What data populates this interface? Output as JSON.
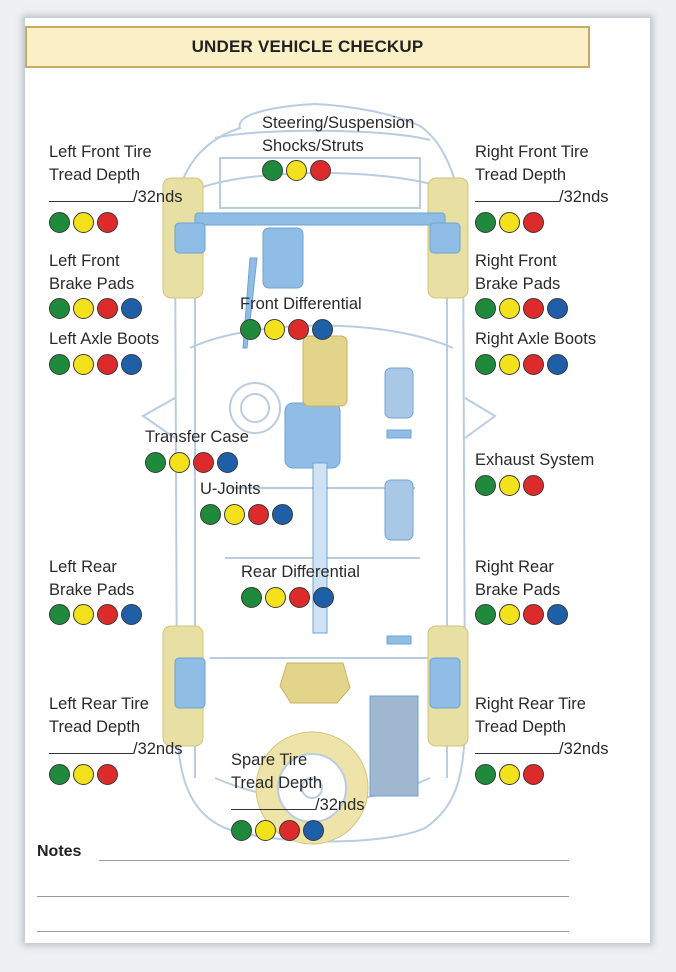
{
  "title": "UNDER VEHICLE CHECKUP",
  "colors": {
    "green": "#1f8a3c",
    "yellow": "#f3e21b",
    "red": "#dd2a2a",
    "blue": "#1f5fa8",
    "car_outline": "#b9cde2",
    "components": "#8fbde6",
    "tires": "#e8dfa3"
  },
  "items": {
    "steering": {
      "lines": [
        "Steering/Suspension",
        "Shocks/Struts"
      ],
      "dots": [
        "green",
        "yellow",
        "red"
      ]
    },
    "lf_tire": {
      "lines": [
        "Left Front Tire",
        "Tread Depth"
      ],
      "blank_suffix": "/32nds",
      "dots": [
        "green",
        "yellow",
        "red"
      ]
    },
    "rf_tire": {
      "lines": [
        "Right Front Tire",
        "Tread Depth"
      ],
      "blank_suffix": "/32nds",
      "dots": [
        "green",
        "yellow",
        "red"
      ]
    },
    "lf_pads": {
      "lines": [
        "Left Front",
        "Brake Pads"
      ],
      "dots": [
        "green",
        "yellow",
        "red",
        "blue"
      ]
    },
    "rf_pads": {
      "lines": [
        "Right Front",
        "Brake Pads"
      ],
      "dots": [
        "green",
        "yellow",
        "red",
        "blue"
      ]
    },
    "front_diff": {
      "lines": [
        "Front Differential"
      ],
      "dots": [
        "green",
        "yellow",
        "red",
        "blue"
      ]
    },
    "l_axle": {
      "lines": [
        "Left Axle Boots"
      ],
      "dots": [
        "green",
        "yellow",
        "red",
        "blue"
      ]
    },
    "r_axle": {
      "lines": [
        "Right Axle Boots"
      ],
      "dots": [
        "green",
        "yellow",
        "red",
        "blue"
      ]
    },
    "transfer": {
      "lines": [
        "Transfer Case"
      ],
      "dots": [
        "green",
        "yellow",
        "red",
        "blue"
      ]
    },
    "exhaust": {
      "lines": [
        "Exhaust System"
      ],
      "dots": [
        "green",
        "yellow",
        "red"
      ]
    },
    "ujoints": {
      "lines": [
        "U-Joints"
      ],
      "dots": [
        "green",
        "yellow",
        "red",
        "blue"
      ]
    },
    "lr_pads": {
      "lines": [
        "Left Rear",
        "Brake Pads"
      ],
      "dots": [
        "green",
        "yellow",
        "red",
        "blue"
      ]
    },
    "rear_diff": {
      "lines": [
        "Rear Differential"
      ],
      "dots": [
        "green",
        "yellow",
        "red",
        "blue"
      ]
    },
    "rr_pads": {
      "lines": [
        "Right Rear",
        "Brake Pads"
      ],
      "dots": [
        "green",
        "yellow",
        "red",
        "blue"
      ]
    },
    "lr_tire": {
      "lines": [
        "Left Rear Tire",
        "Tread Depth"
      ],
      "blank_suffix": "/32nds",
      "dots": [
        "green",
        "yellow",
        "red"
      ]
    },
    "rr_tire": {
      "lines": [
        "Right Rear Tire",
        "Tread Depth"
      ],
      "blank_suffix": "/32nds",
      "dots": [
        "green",
        "yellow",
        "red"
      ]
    },
    "spare": {
      "lines": [
        "Spare Tire",
        "Tread Depth"
      ],
      "blank_suffix": "/32nds",
      "dots": [
        "green",
        "yellow",
        "red",
        "blue"
      ]
    }
  },
  "notes_label": "Notes"
}
